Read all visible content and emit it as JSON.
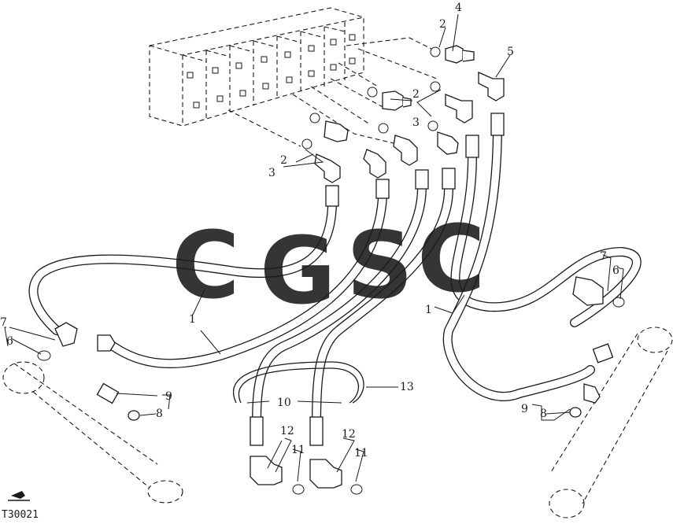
{
  "figure_code": "T30021",
  "watermark": {
    "letters": [
      "C",
      "G",
      "S",
      "C"
    ],
    "colors": [
      "#5b9bf0",
      "#f07b74",
      "#f6d34e",
      "#4fbf6e"
    ]
  },
  "callouts": {
    "hose": "1",
    "o_ring": "2",
    "fitting": "3",
    "adapter": "4",
    "elbow": "5",
    "o_ring_cyl": "6",
    "elbow_cyl": "7",
    "o_ring_conn": "8",
    "connector": "9",
    "tube": "10",
    "o_ring_lower": "11",
    "elbow_lower": "12",
    "clip": "13"
  }
}
